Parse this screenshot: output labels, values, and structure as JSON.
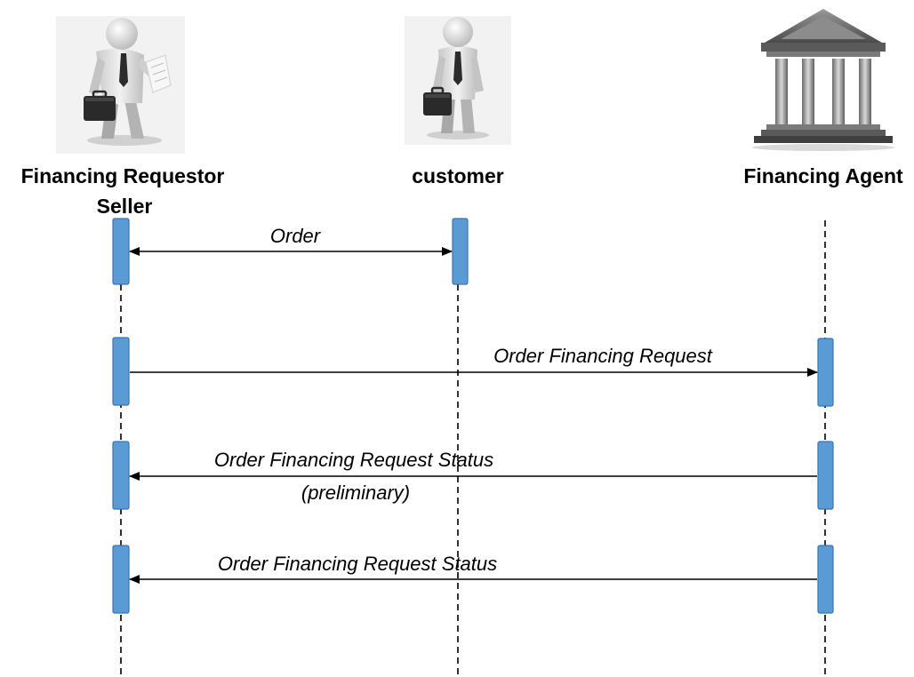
{
  "actors": [
    {
      "id": "seller",
      "label_line1": "Financing Requestor",
      "label_line2": "Seller",
      "icon": "businessman-with-briefcase-and-papers-icon"
    },
    {
      "id": "customer",
      "label_line1": "customer",
      "icon": "businessman-with-briefcase-icon"
    },
    {
      "id": "agent",
      "label_line1": "Financing Agent",
      "icon": "bank-building-icon"
    }
  ],
  "messages": [
    {
      "label": "Order",
      "from": "seller",
      "to": "customer",
      "bidirectional": true
    },
    {
      "label": "Order Financing Request",
      "from": "seller",
      "to": "agent",
      "bidirectional": false
    },
    {
      "label": "Order Financing Request Status",
      "sublabel": "(preliminary)",
      "from": "agent",
      "to": "seller",
      "bidirectional": false
    },
    {
      "label": "Order Financing Request Status",
      "from": "agent",
      "to": "seller",
      "bidirectional": false
    }
  ],
  "colors": {
    "activation_fill": "#5b9bd5",
    "activation_stroke": "#3a75b0",
    "line": "#000000"
  }
}
